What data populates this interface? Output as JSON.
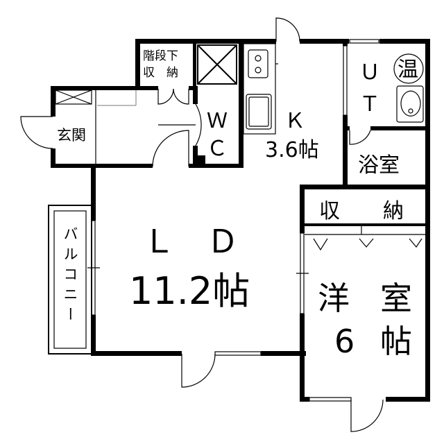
{
  "rooms": {
    "ld": {
      "name": "Ｌ　Ｄ",
      "size": "11.2帖"
    },
    "kitchen": {
      "name": "Ｋ",
      "size": "3.6帖"
    },
    "western": {
      "name_1": "洋",
      "name_2": "室",
      "size_1": "6",
      "size_2": "帖"
    },
    "stair_storage": {
      "line1": "階段下",
      "line2": "収　納"
    },
    "entrance": "玄関",
    "wc": {
      "line1": "Ｗ",
      "line2": "Ｃ"
    },
    "ut": {
      "line1": "Ｕ",
      "line2": "Ｔ"
    },
    "water_heater": "温",
    "bath": "浴室",
    "closet": {
      "part1": "収",
      "part2": "納"
    },
    "balcony": "バルコニー"
  }
}
